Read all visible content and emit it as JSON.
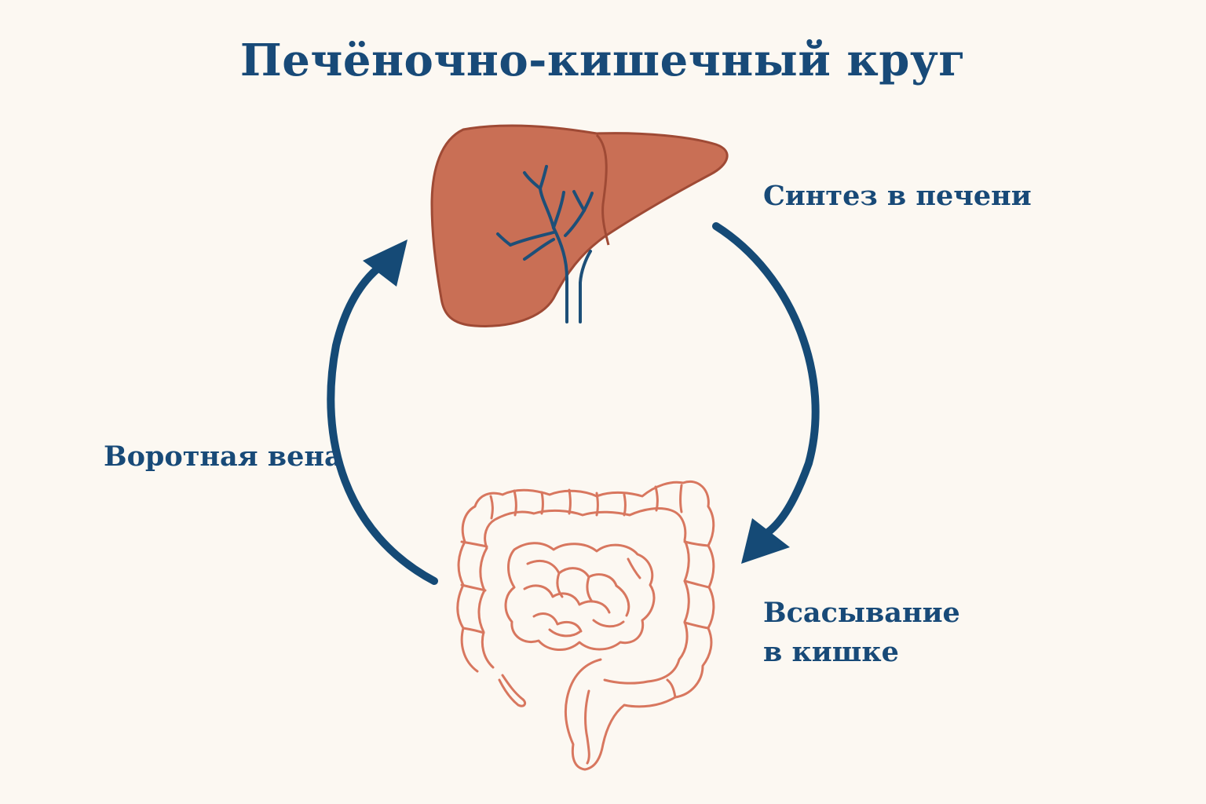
{
  "title": "Печёночно-кишечный круг",
  "labels": {
    "synthesis": "Синтез в печени",
    "portal_vein": "Воротная вена",
    "absorption_line1": "Всасывание",
    "absorption_line2": "в кишке"
  },
  "colors": {
    "background": "#fcf8f2",
    "text": "#184a78",
    "arrow": "#154a76",
    "liver_fill": "#c96f55",
    "liver_outline": "#9f4a35",
    "intestine_outline": "#d8775f",
    "bile_ducts": "#1d4f78"
  },
  "icons": [
    "liver-icon",
    "intestine-icon",
    "bile-duct-icon",
    "arrow-icon"
  ]
}
